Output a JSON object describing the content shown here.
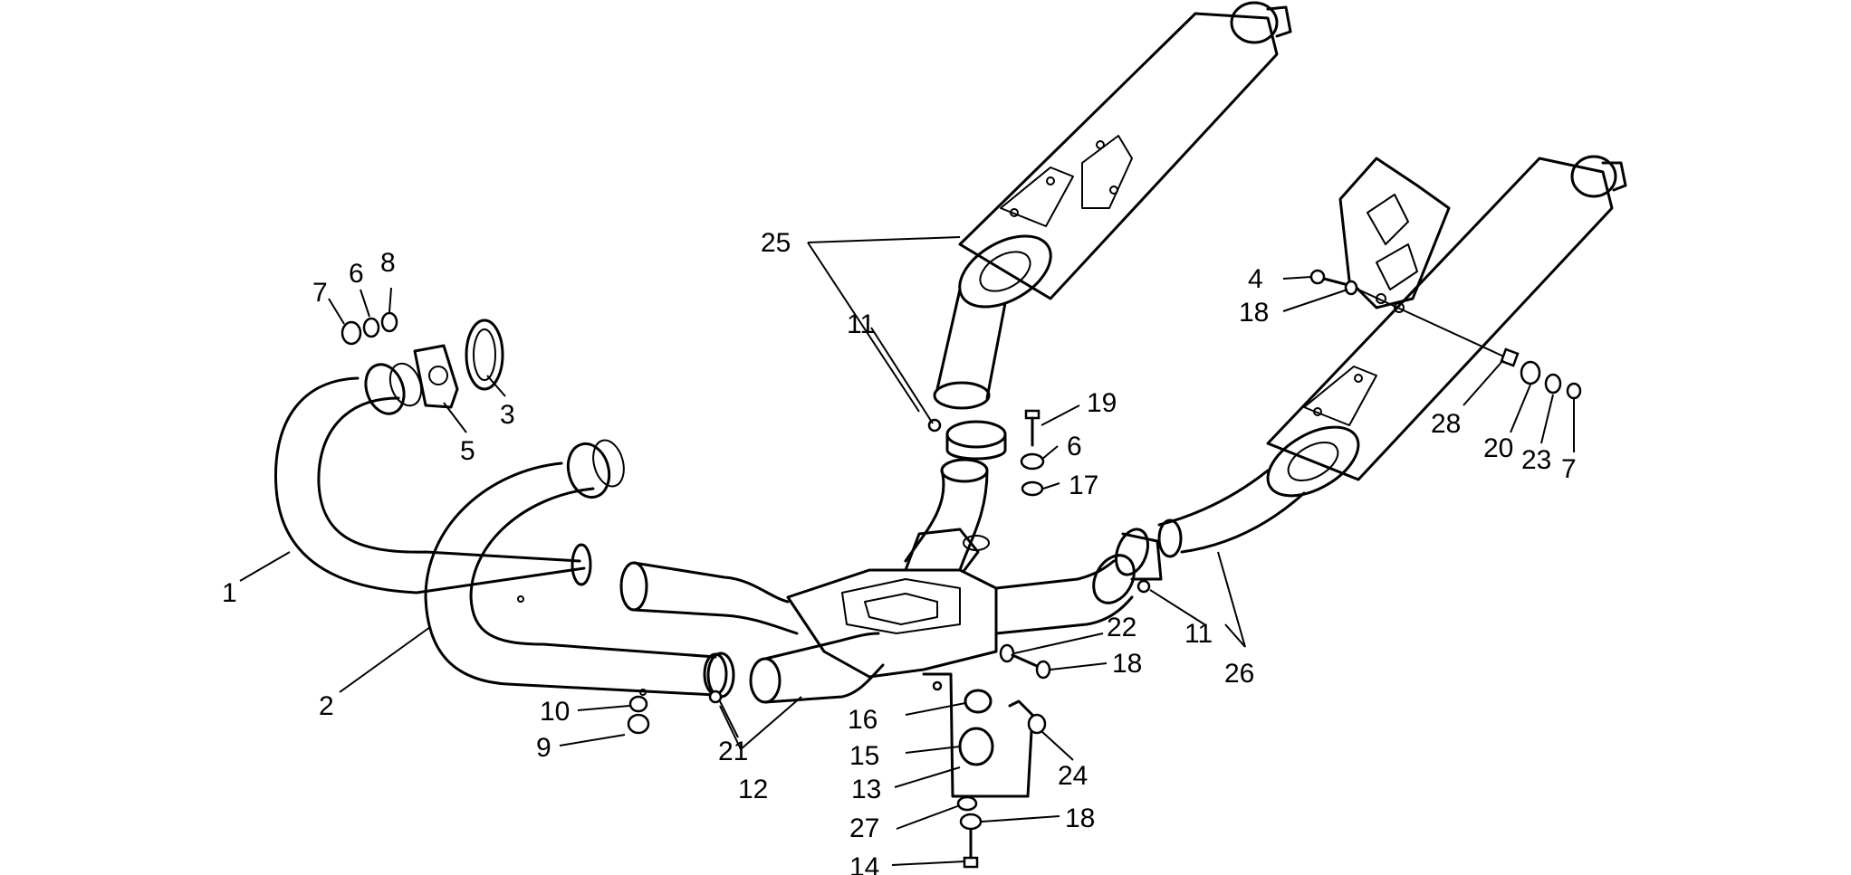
{
  "colors": {
    "background": "#ffffff",
    "line": "#000000"
  },
  "callouts": [
    {
      "id": "c1",
      "text": "1"
    },
    {
      "id": "c2",
      "text": "2"
    },
    {
      "id": "c3",
      "text": "3"
    },
    {
      "id": "c4",
      "text": "4"
    },
    {
      "id": "c5",
      "text": "5"
    },
    {
      "id": "c6a",
      "text": "6"
    },
    {
      "id": "c6b",
      "text": "6"
    },
    {
      "id": "c7a",
      "text": "7"
    },
    {
      "id": "c7b",
      "text": "7"
    },
    {
      "id": "c8",
      "text": "8"
    },
    {
      "id": "c9",
      "text": "9"
    },
    {
      "id": "c10",
      "text": "10"
    },
    {
      "id": "c11a",
      "text": "11"
    },
    {
      "id": "c11b",
      "text": "11"
    },
    {
      "id": "c12",
      "text": "12"
    },
    {
      "id": "c13",
      "text": "13"
    },
    {
      "id": "c14",
      "text": "14"
    },
    {
      "id": "c15",
      "text": "15"
    },
    {
      "id": "c16",
      "text": "16"
    },
    {
      "id": "c17",
      "text": "17"
    },
    {
      "id": "c18a",
      "text": "18"
    },
    {
      "id": "c18b",
      "text": "18"
    },
    {
      "id": "c18c",
      "text": "18"
    },
    {
      "id": "c19",
      "text": "19"
    },
    {
      "id": "c20",
      "text": "20"
    },
    {
      "id": "c21",
      "text": "21"
    },
    {
      "id": "c22",
      "text": "22"
    },
    {
      "id": "c23",
      "text": "23"
    },
    {
      "id": "c24",
      "text": "24"
    },
    {
      "id": "c25",
      "text": "25"
    },
    {
      "id": "c26",
      "text": "26"
    },
    {
      "id": "c27",
      "text": "27"
    },
    {
      "id": "c28",
      "text": "28"
    }
  ]
}
